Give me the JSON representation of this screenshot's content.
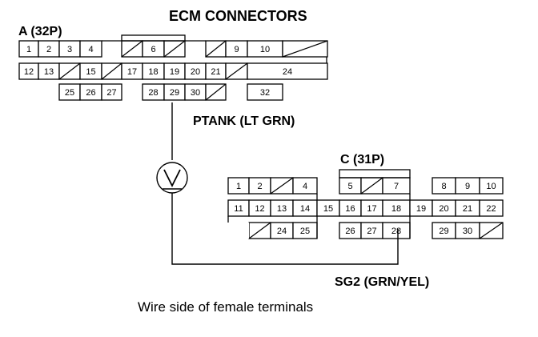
{
  "diagram": {
    "title": "ECM CONNECTORS",
    "connector_a": {
      "label": "A (32P)",
      "cells": [
        "1",
        "2",
        "3",
        "4",
        "6",
        "9",
        "10",
        "12",
        "13",
        "15",
        "17",
        "18",
        "19",
        "20",
        "21",
        "24",
        "25",
        "26",
        "27",
        "28",
        "29",
        "30",
        "32"
      ]
    },
    "connector_c": {
      "label": "C (31P)",
      "cells": [
        "1",
        "2",
        "4",
        "5",
        "7",
        "8",
        "9",
        "10",
        "11",
        "12",
        "13",
        "14",
        "15",
        "16",
        "17",
        "18",
        "19",
        "20",
        "21",
        "22",
        "24",
        "25",
        "26",
        "27",
        "28",
        "29",
        "30"
      ]
    },
    "meter_symbol": "V",
    "wire_ptank": "PTANK (LT GRN)",
    "wire_sg2": "SG2 (GRN/YEL)",
    "caption": "Wire side of female terminals"
  }
}
